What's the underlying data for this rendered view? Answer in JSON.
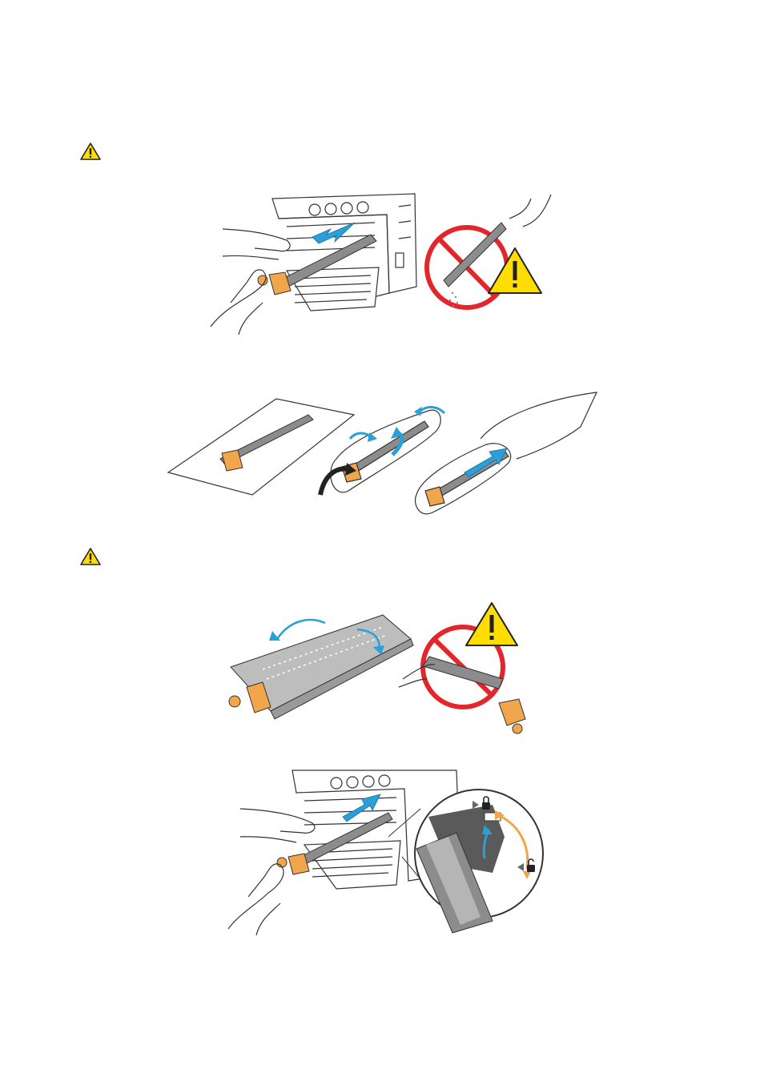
{
  "page": {
    "cautions": [
      {
        "icon": "caution-icon"
      },
      {
        "icon": "caution-icon"
      }
    ],
    "figures": [
      {
        "id": "remove-drum",
        "icons": [
          "printer-icon",
          "hand-icon",
          "no-symbol-icon",
          "warning-triangle-icon"
        ]
      },
      {
        "id": "bag-drum",
        "icons": [
          "paper-sheet-icon",
          "rotate-arrow-icon",
          "bag-icon",
          "insert-arrow-icon"
        ]
      },
      {
        "id": "remove-cover",
        "icons": [
          "drum-cartridge-icon",
          "no-symbol-icon",
          "warning-triangle-icon"
        ]
      },
      {
        "id": "insert-drum",
        "icons": [
          "printer-icon",
          "hand-icon",
          "lock-icon",
          "unlock-icon"
        ]
      }
    ],
    "colors": {
      "accent_blue": "#2a9fd8",
      "warning_yellow": "#ffdd00",
      "prohibit_red": "#e3262b",
      "orange_part": "#f2a64b",
      "line": "#333333"
    }
  }
}
